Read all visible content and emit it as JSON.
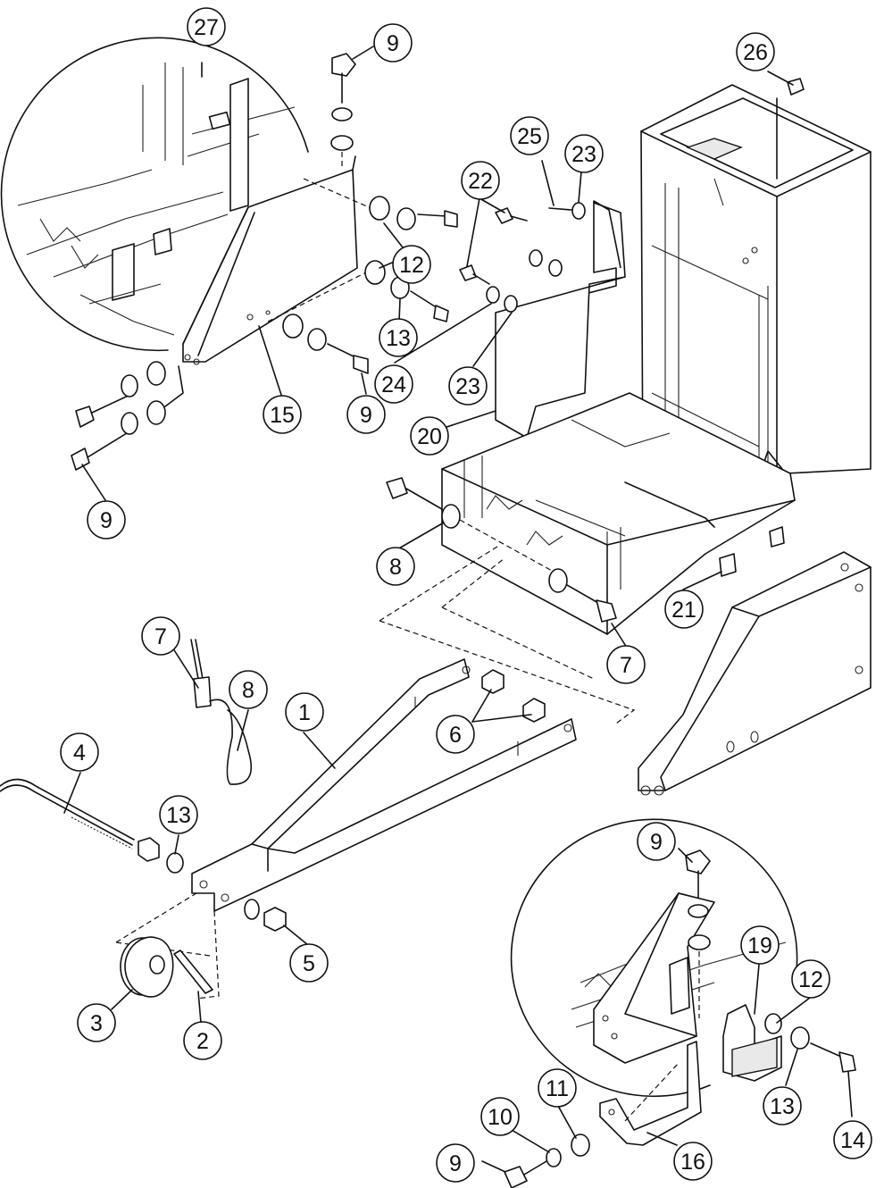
{
  "callouts": [
    {
      "label": "27"
    },
    {
      "label": "9"
    },
    {
      "label": "26"
    },
    {
      "label": "25"
    },
    {
      "label": "23"
    },
    {
      "label": "22"
    },
    {
      "label": "12"
    },
    {
      "label": "13"
    },
    {
      "label": "24"
    },
    {
      "label": "23"
    },
    {
      "label": "15"
    },
    {
      "label": "9"
    },
    {
      "label": "20"
    },
    {
      "label": "9"
    },
    {
      "label": "8"
    },
    {
      "label": "21"
    },
    {
      "label": "7"
    },
    {
      "label": "7"
    },
    {
      "label": "8"
    },
    {
      "label": "1"
    },
    {
      "label": "6"
    },
    {
      "label": "4"
    },
    {
      "label": "13"
    },
    {
      "label": "5"
    },
    {
      "label": "3"
    },
    {
      "label": "2"
    },
    {
      "label": "9"
    },
    {
      "label": "19"
    },
    {
      "label": "12"
    },
    {
      "label": "13"
    },
    {
      "label": "14"
    },
    {
      "label": "11"
    },
    {
      "label": "10"
    },
    {
      "label": "9"
    },
    {
      "label": "16"
    }
  ]
}
